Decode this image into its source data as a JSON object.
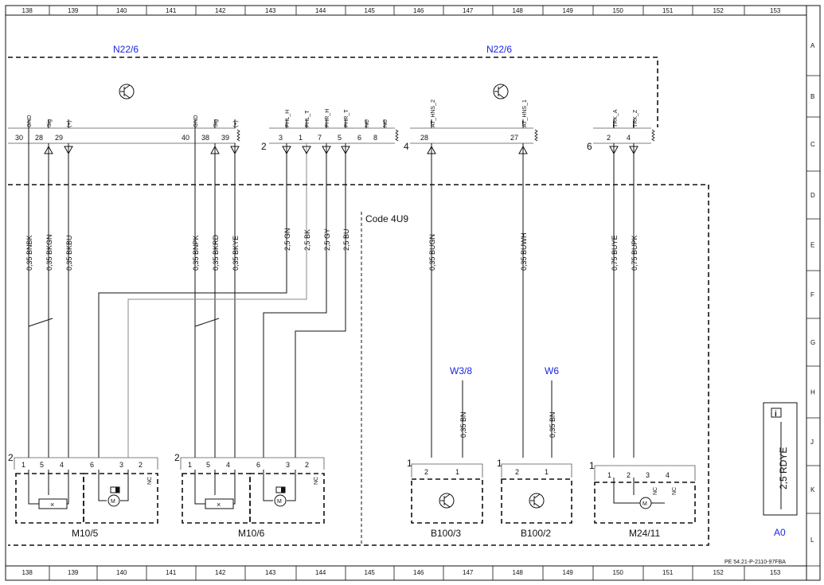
{
  "sheet": {
    "columns": [
      "138",
      "139",
      "140",
      "141",
      "142",
      "143",
      "144",
      "145",
      "146",
      "147",
      "148",
      "149",
      "150",
      "151",
      "152",
      "153"
    ],
    "rows": [
      "A",
      "B",
      "C",
      "D",
      "E",
      "F",
      "G",
      "H",
      "J",
      "K",
      "L"
    ],
    "footer_code": "PE 54.21-P-2110-97FBA",
    "code_label": "Code 4U9",
    "info_symbol": "i"
  },
  "module": {
    "label": "N22/6",
    "connectors": [
      "2",
      "4",
      "6"
    ],
    "pins": [
      {
        "name": "GND",
        "num": "30"
      },
      {
        "name": "Sig",
        "num": "28"
      },
      {
        "name": "(+)",
        "num": "29"
      },
      {
        "name": "GND",
        "num": "40"
      },
      {
        "name": "Sig",
        "num": "38"
      },
      {
        "name": "(+)",
        "num": "39"
      },
      {
        "name": "FHL_H",
        "num": "3"
      },
      {
        "name": "FHL_T",
        "num": "1"
      },
      {
        "name": "FHR_H",
        "num": "7"
      },
      {
        "name": "FHR_T",
        "num": "5"
      },
      {
        "name": "NC",
        "num": "6"
      },
      {
        "name": "NC",
        "num": "8"
      },
      {
        "name": "AT_HNS_2",
        "num": "28"
      },
      {
        "name": "AT_HNS_1",
        "num": "27"
      },
      {
        "name": "TRK_A",
        "num": "2"
      },
      {
        "name": "TRK_Z",
        "num": "4"
      }
    ]
  },
  "wires": [
    "0,35 BNBK",
    "0,35 BKGN",
    "0,35 BKBU",
    "0,35 BNPK",
    "0,35 BKRD",
    "0,35 BKYE",
    "2,5 GN",
    "2,5 BK",
    "2,5 GY",
    "2,5 BU",
    "0,35 BUGN",
    "0,35 BUWH",
    "0,75 BUYE",
    "0,75 BUPK",
    "0,35 BN",
    "0,35 BN"
  ],
  "ground_points": [
    "W3/8",
    "W6"
  ],
  "components": [
    {
      "label": "M10/5",
      "connector": "2",
      "pins": [
        "1",
        "5",
        "4",
        "6",
        "3",
        "2"
      ],
      "nc": "NC"
    },
    {
      "label": "M10/6",
      "connector": "2",
      "pins": [
        "1",
        "5",
        "4",
        "6",
        "3",
        "2"
      ],
      "nc": "NC"
    },
    {
      "label": "B100/3",
      "connector": "1",
      "pins": [
        "2",
        "1"
      ]
    },
    {
      "label": "B100/2",
      "connector": "1",
      "pins": [
        "2",
        "1"
      ]
    },
    {
      "label": "M24/11",
      "connector": "1",
      "pins": [
        "1",
        "2",
        "3",
        "4"
      ],
      "nc": [
        "NC",
        "NC"
      ]
    }
  ],
  "legend": {
    "wire": "2,5 RDYE",
    "label": "A0"
  }
}
